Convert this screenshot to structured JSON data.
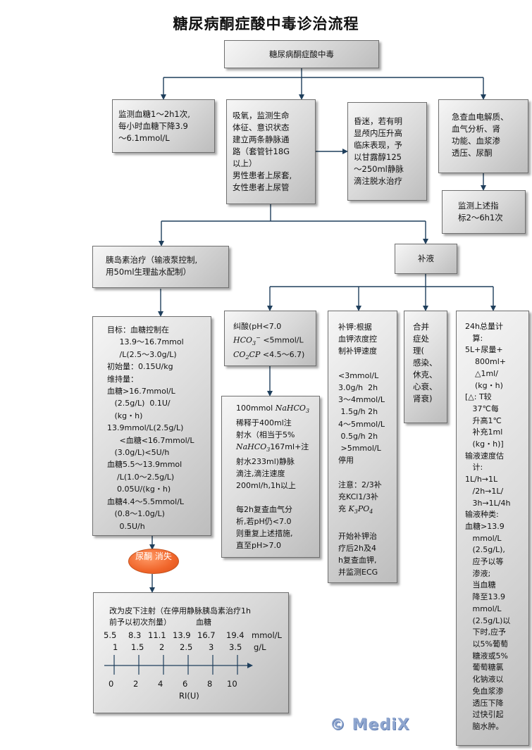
{
  "title": "糖尿病酮症酸中毒诊治流程",
  "top_box": "糖尿病酮症酸中毒",
  "box_glucose_monitor": [
    "监测血糖1～2h1次,",
    "每小时血糖下降3.9",
    "～6.1mmol/L"
  ],
  "box_oxygen": [
    "吸氧，监测生命",
    "体征、意识状态",
    "建立两条静脉通",
    "路（套管针18G",
    "以上）",
    "男性患者上尿套,",
    "女性患者上尿管"
  ],
  "box_coma": [
    "昏迷，若有明",
    "显颅内压升高",
    "临床表现，予",
    "以甘露醇125",
    "～250ml静脉",
    "滴注脱水治疗"
  ],
  "box_emergency": [
    "急查血电解质、",
    "血气分析、肾",
    "功能、血浆渗",
    "透压、尿酮"
  ],
  "box_monitor_above": [
    "监测上述指",
    "标2～6h1次"
  ],
  "box_insulin": [
    "胰岛素治疗（输液泵控制,",
    "用50ml生理盐水配制）"
  ],
  "box_fluid": "补液",
  "box_target": [
    "目标：血糖控制在",
    "     13.9～16.7mmol",
    "     /L(2.5～3.0g/L)",
    "初始量：0.15U/kg",
    "维持量：",
    "血糖>16.7mmol/L",
    "   (2.5g/L)  0.1U/",
    "   (kg・h)",
    "13.9mmol/L(2.5g/L)",
    "     <血糖<16.7mmol/L",
    "   (3.0g/L)<5U/h",
    "血糖5.5～13.9mmol",
    "    /L(1.0～2.5g/L)",
    "    0.05U/(kg・h)",
    "血糖4.4～5.5mmol/L",
    "   (0.8～1.0g/L)",
    "     0.5U/h"
  ],
  "acid_box": {
    "line1": "纠酸(pH<7.0",
    "hco3_sym": "HCO",
    "hco3_sub": "3",
    "hco3_sup": "−",
    "hco3_rest": " <5mmol/L",
    "co2_sym": "CO",
    "co2_sub": "2",
    "co2_sym2": "CP",
    "co2_rest": " <4.5～6.7)"
  },
  "nahco3_box": {
    "a1": "100mmol ",
    "a_sym": "NaHCO",
    "a_sub": "3",
    "l2": "稀释于400ml注",
    "l3": "射水（相当于5%",
    "b_sym": "NaHCO",
    "b_sub": "3",
    "b_rest": "167ml+注",
    "l5": "射水233ml)静脉",
    "l6": "滴注,滴注速度",
    "l7": "200ml/h,1h以上",
    "l9": "每2h复查血气分",
    "l10": "析,若pH仍<7.0",
    "l11": "则重复上述措施,",
    "l12": "直至pH>7.0"
  },
  "potassium_box": {
    "lines_a": [
      "补钾:根据",
      "血钾浓度控",
      "制补钾速度",
      "",
      "<3mmol/L",
      "3.0g/h  2h",
      "3～4mmol/L",
      " 1.5g/h 2h",
      "4～5mmol/L",
      " 0.5g/h 2h",
      " >5mmol/L",
      "停用",
      "",
      "注意：2/3补",
      "充KCl1/3补"
    ],
    "k_prefix": "充 ",
    "k_sym": "K",
    "k_sub": "3",
    "k_sym2": "PO",
    "k_sub2": "4",
    "lines_b": [
      "",
      "开始补钾治",
      "疗后2h及4",
      "h复查血钾,",
      "并监测ECG"
    ]
  },
  "box_complication": [
    "合并",
    "症处",
    "理(",
    "感染、",
    "休克、",
    "心衰、",
    "肾衰)"
  ],
  "box_total": [
    "24h总量计",
    "   算:",
    "5L+尿量+",
    "    800ml+",
    "    △1ml/",
    "    (kg・h)",
    "[△: T较",
    "   37℃每",
    "   升高1℃",
    "   补充1ml",
    "   (kg・h)]",
    "输液速度估",
    "   计:",
    "1L/h→1L",
    "   /2h→1L/",
    "   3h→1L/4h",
    "输液种类:",
    "血糖>13.9",
    "   mmol/L",
    "   (2.5g/L),",
    "   应予以等",
    "   渗液;",
    "   当血糖",
    "   降至13.9",
    "   mmol/L",
    "   (2.5g/L)以",
    "   下时,应予",
    "   以5%葡萄",
    "   糖液或5%",
    "   葡萄糖氯",
    "   化钠液以",
    "   免血浆渗",
    "   透压下降",
    "   过快引起",
    "   脑水肿。"
  ],
  "pill": [
    "尿酮",
    "消失"
  ],
  "subq_box": {
    "lines": [
      "改为皮下注射（在停用静脉胰岛素治疗1h",
      "前予以初次剂量）          血糖"
    ],
    "mmol_vals": [
      "5.5",
      "8.3",
      "11.1",
      "13.9",
      "16.7",
      "19.4"
    ],
    "mmol_unit": "mmol/L",
    "g_vals": [
      "1",
      "1.5",
      "2",
      "2.5",
      "3",
      "3.5"
    ],
    "g_unit": "g/L",
    "ri_ticks": [
      "0",
      "2",
      "4",
      "6",
      "8",
      "10"
    ],
    "ri_label": "RI(U)"
  },
  "logo": "© MediX"
}
